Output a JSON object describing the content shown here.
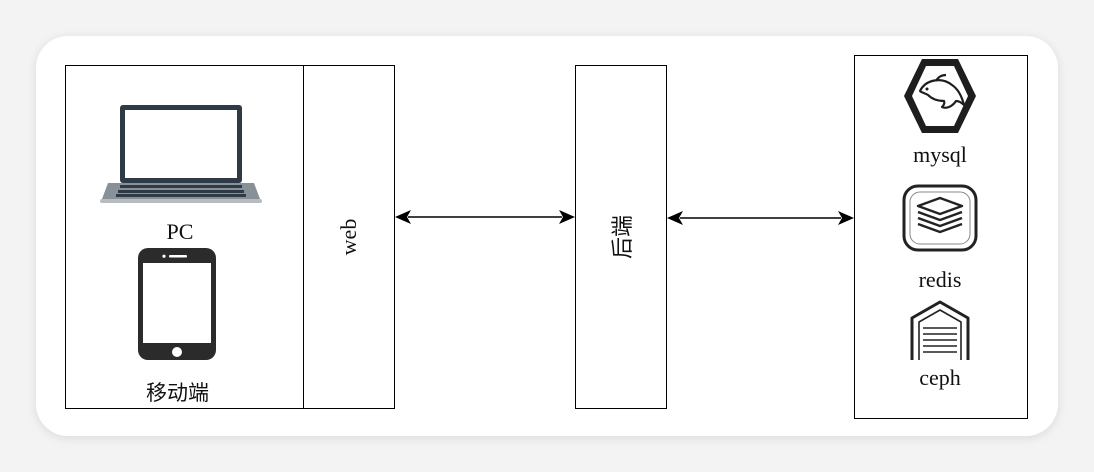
{
  "clients": {
    "pc_label": "PC",
    "mobile_label": "移动端",
    "pc_icon": "laptop-icon",
    "mobile_icon": "smartphone-icon"
  },
  "web": {
    "label": "web"
  },
  "backend": {
    "label": "后端"
  },
  "storage": {
    "items": [
      {
        "label": "mysql",
        "icon": "mysql-dolphin-icon"
      },
      {
        "label": "redis",
        "icon": "redis-stack-icon"
      },
      {
        "label": "ceph",
        "icon": "ceph-storage-icon"
      }
    ]
  },
  "connectors": [
    {
      "from": "web",
      "to": "backend",
      "type": "bidirectional-arrow"
    },
    {
      "from": "backend",
      "to": "storage",
      "type": "bidirectional-arrow"
    }
  ],
  "colors": {
    "stroke": "#000000",
    "icon_dark": "#222222",
    "card": "#ffffff",
    "background": "#f3f3f3"
  }
}
